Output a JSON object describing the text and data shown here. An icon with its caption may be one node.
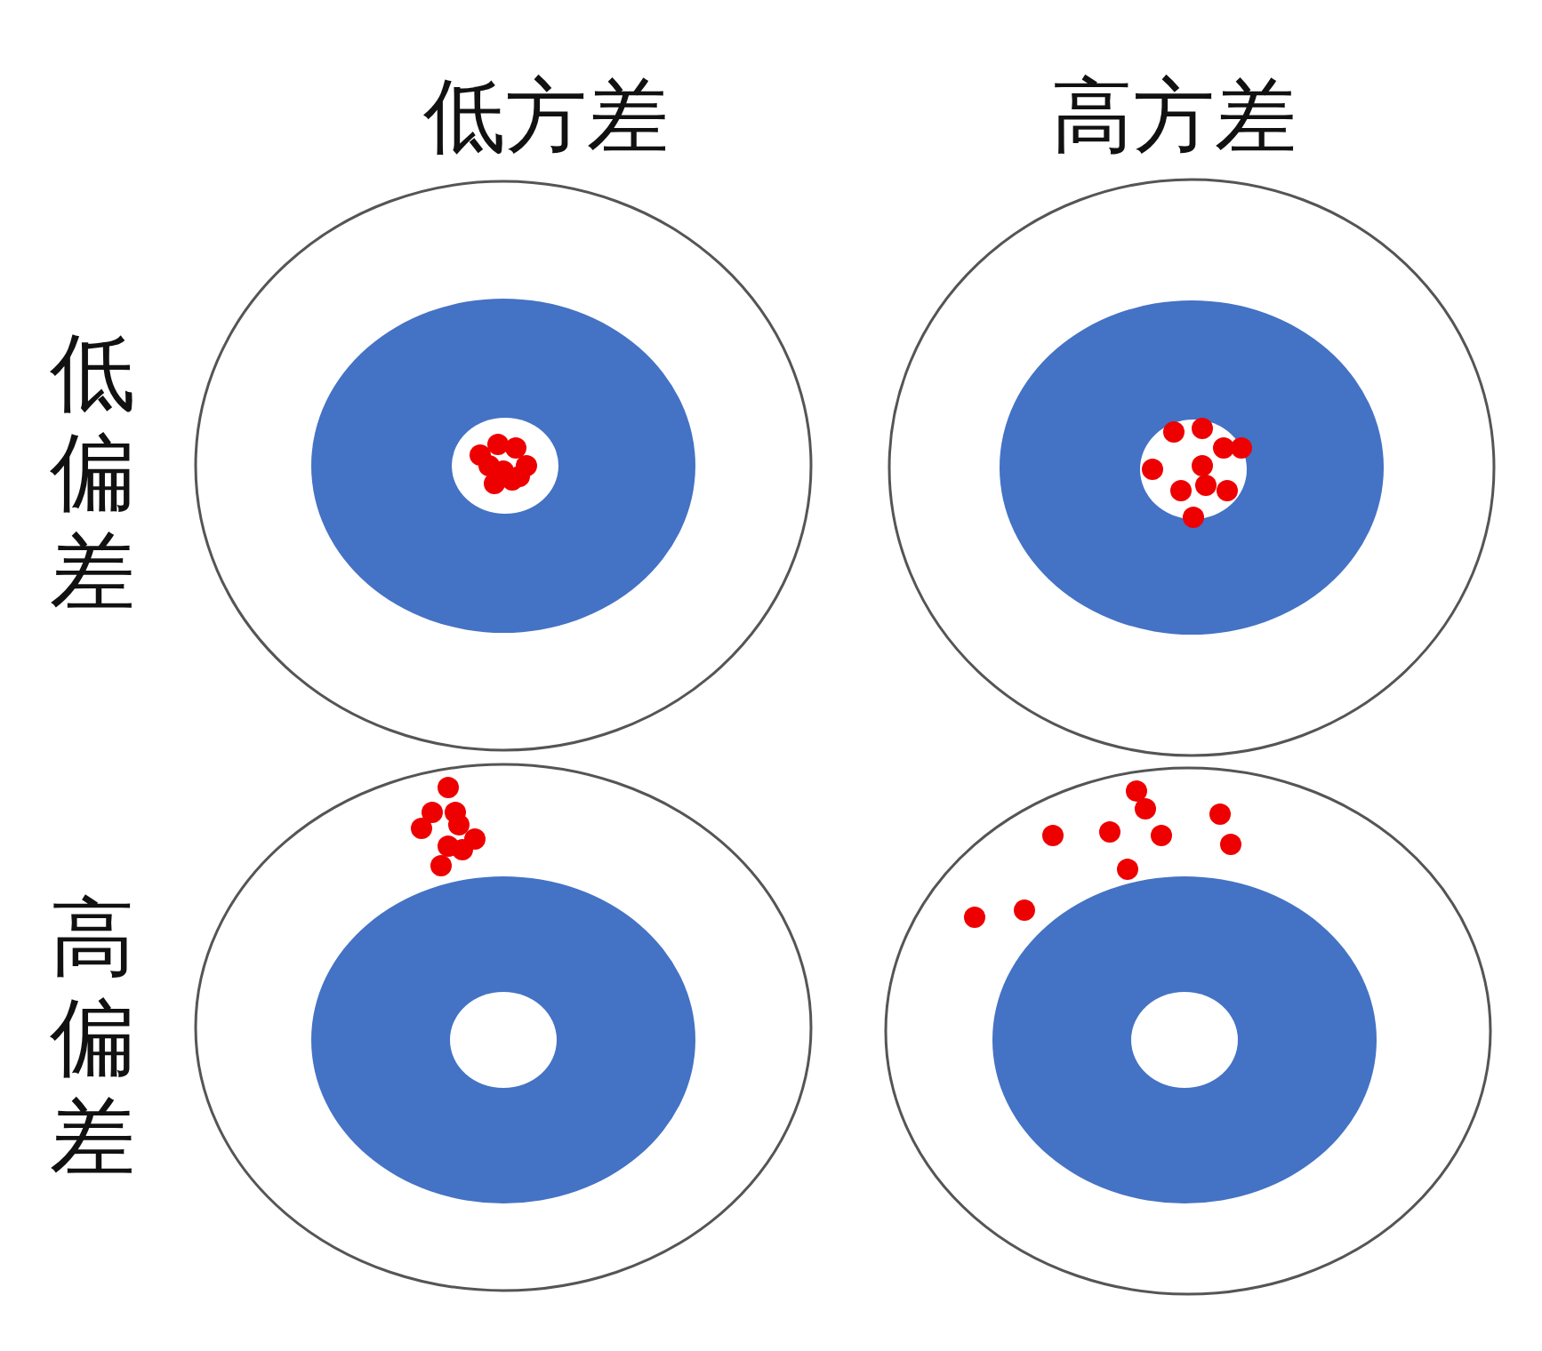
{
  "diagram": {
    "labels": [
      "低方差",
      "高方差",
      "低偏差",
      "高偏差"
    ]
  }
}
